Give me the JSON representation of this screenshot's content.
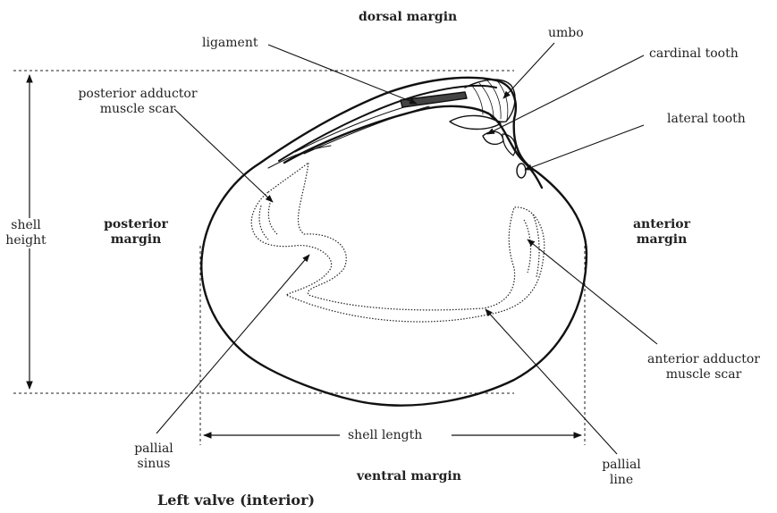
{
  "labels": {
    "dorsal_margin": "dorsal margin",
    "ligament": "ligament",
    "umbo": "umbo",
    "cardinal_tooth": "cardinal tooth",
    "posterior_adductor_1": "posterior adductor",
    "posterior_adductor_2": "muscle scar",
    "lateral_tooth": "lateral tooth",
    "shell_height_1": "shell",
    "shell_height_2": "height",
    "posterior_margin_1": "posterior",
    "posterior_margin_2": "margin",
    "anterior_margin_1": "anterior",
    "anterior_margin_2": "margin",
    "anterior_adductor_1": "anterior adductor",
    "anterior_adductor_2": "muscle scar",
    "pallial_sinus_1": "pallial",
    "pallial_sinus_2": "sinus",
    "shell_length": "shell length",
    "pallial_line_1": "pallial",
    "pallial_line_2": "line",
    "ventral_margin": "ventral margin"
  },
  "caption": "Left valve (interior)"
}
